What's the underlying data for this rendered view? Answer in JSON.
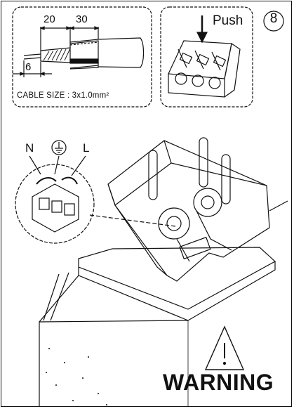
{
  "cable_panel": {
    "dimension_a": "20",
    "dimension_b": "30",
    "dimension_c": "6",
    "cable_size": "CABLE SIZE : 3x1.0mm²"
  },
  "push_panel": {
    "label": "Push"
  },
  "step_number": "8",
  "terminal_labels": {
    "neutral": "N",
    "live": "L",
    "earth_icon": "earth-ground-symbol"
  },
  "warning": {
    "text": "WARNING",
    "icon": "warning-triangle-icon"
  }
}
